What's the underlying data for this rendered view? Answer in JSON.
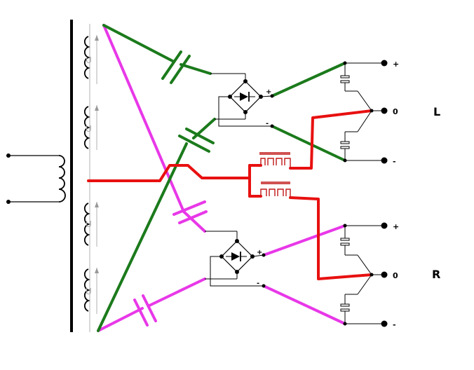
{
  "channels": {
    "left": "L",
    "right": "R"
  },
  "terminals": {
    "left": {
      "plus": "+",
      "zero": "0",
      "minus": "-"
    },
    "right": {
      "plus": "+",
      "zero": "0",
      "minus": "-"
    }
  },
  "bridges": {
    "top": {
      "plus": "+",
      "minus": "-"
    },
    "bottom": {
      "plus": "+",
      "minus": "-"
    }
  },
  "windings": [
    "U",
    "U",
    "U",
    "U"
  ],
  "colors": {
    "green": "#1b7a1b",
    "magenta": "#e838e8",
    "red": "#e81010",
    "black": "#000000",
    "winding_guide": "#b0b0b0"
  }
}
